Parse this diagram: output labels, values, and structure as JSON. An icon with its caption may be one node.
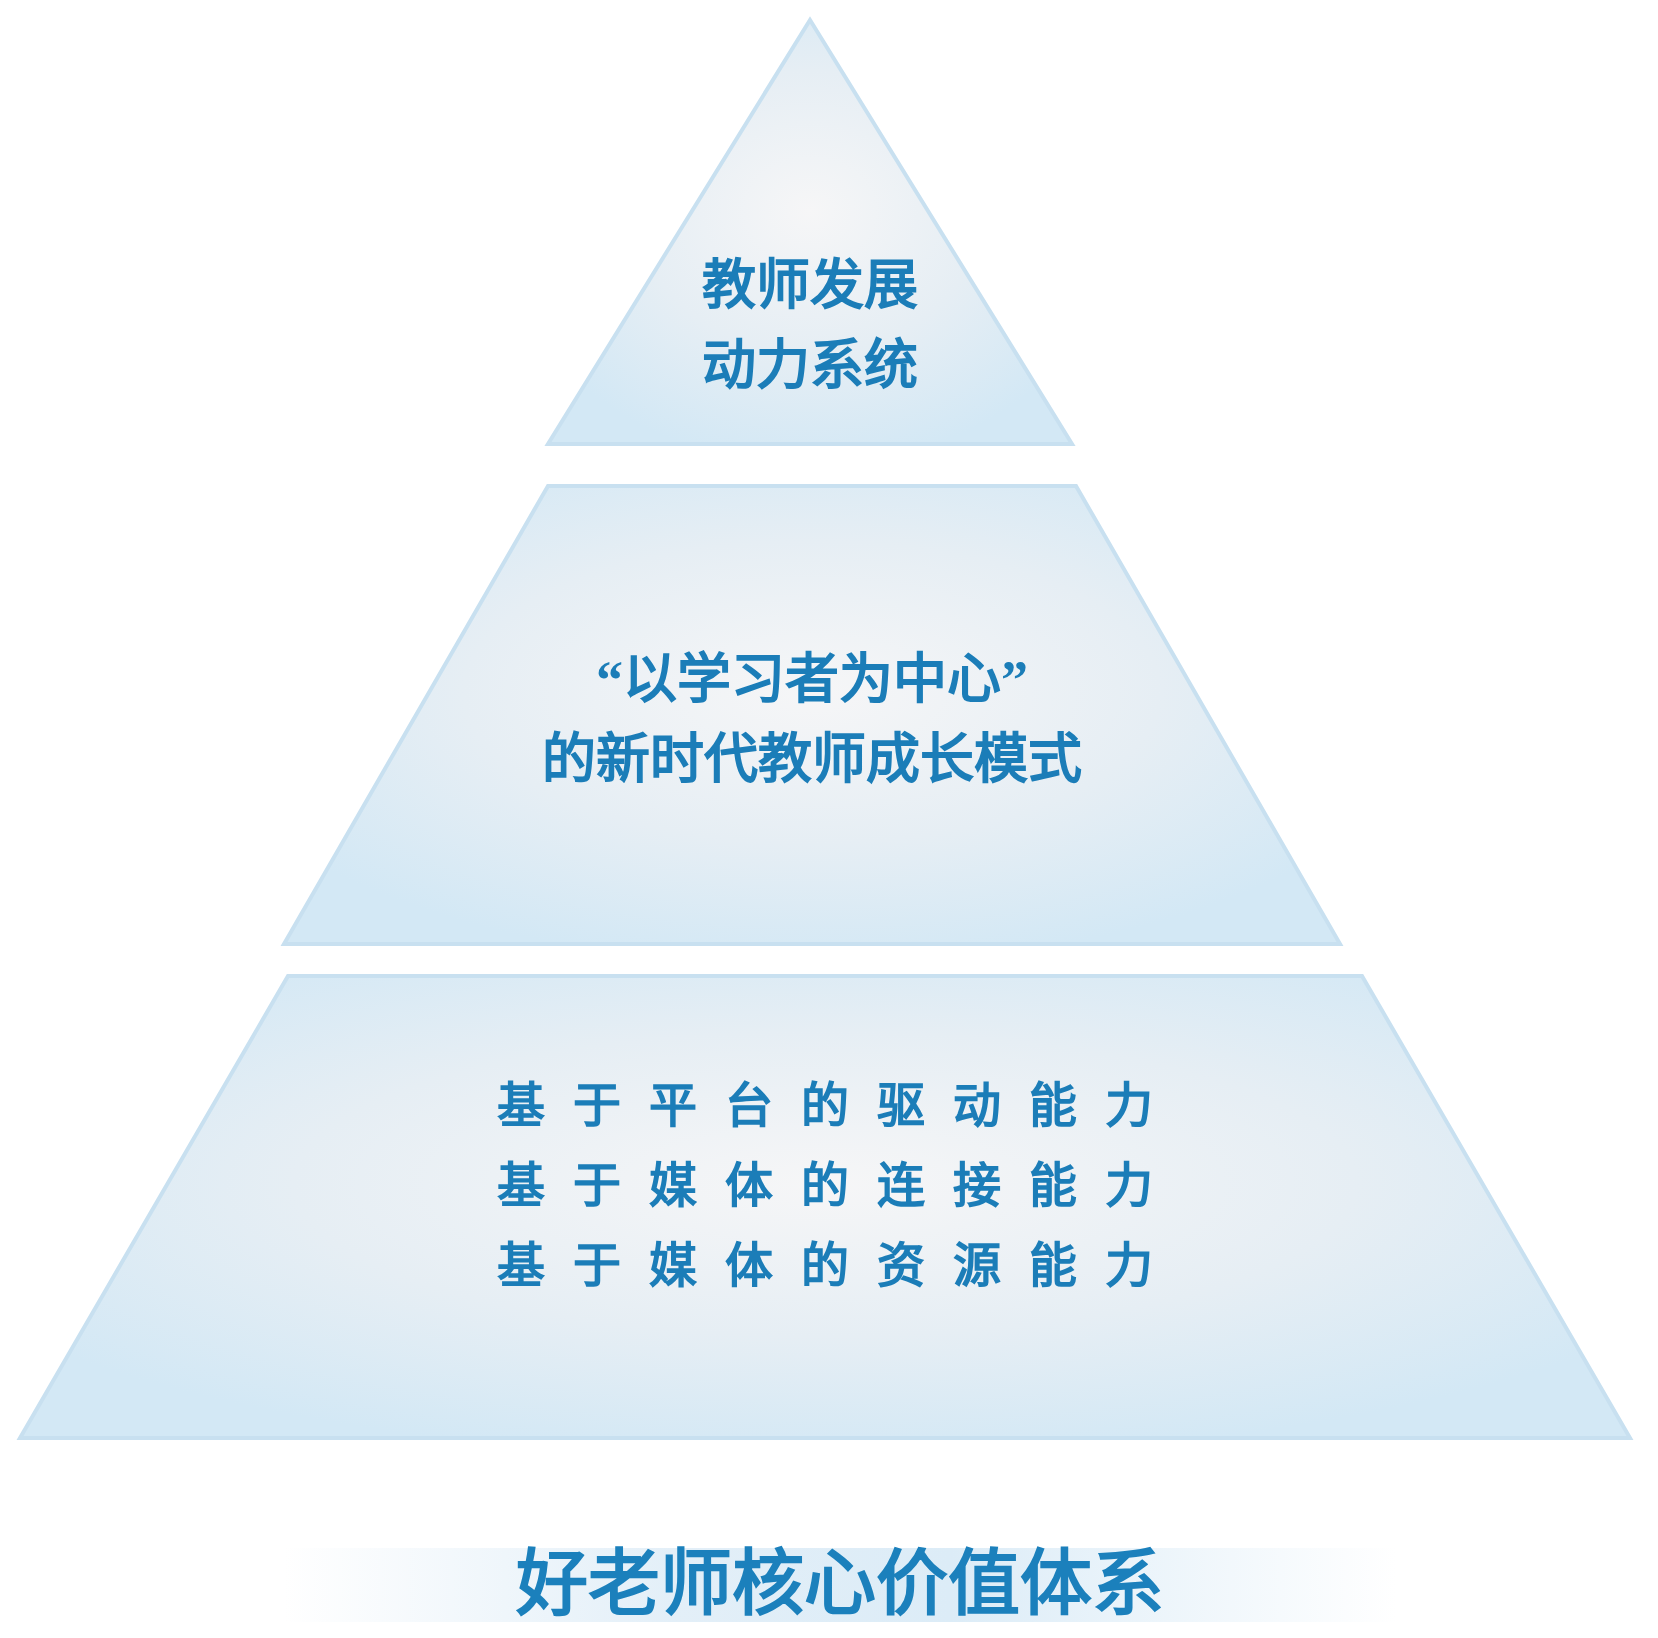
{
  "diagram": {
    "title": "好老师核心价值体系",
    "nodes": [
      {
        "text": [
          "教师发展动力系统"
        ]
      },
      {
        "text": [
          "“以学习者为中心”的新时代教师成长模式"
        ]
      },
      {
        "text": [
          "基于平台的驱动能力",
          "基于媒体的连接能力",
          "基于媒体的资源能力"
        ]
      }
    ]
  }
}
